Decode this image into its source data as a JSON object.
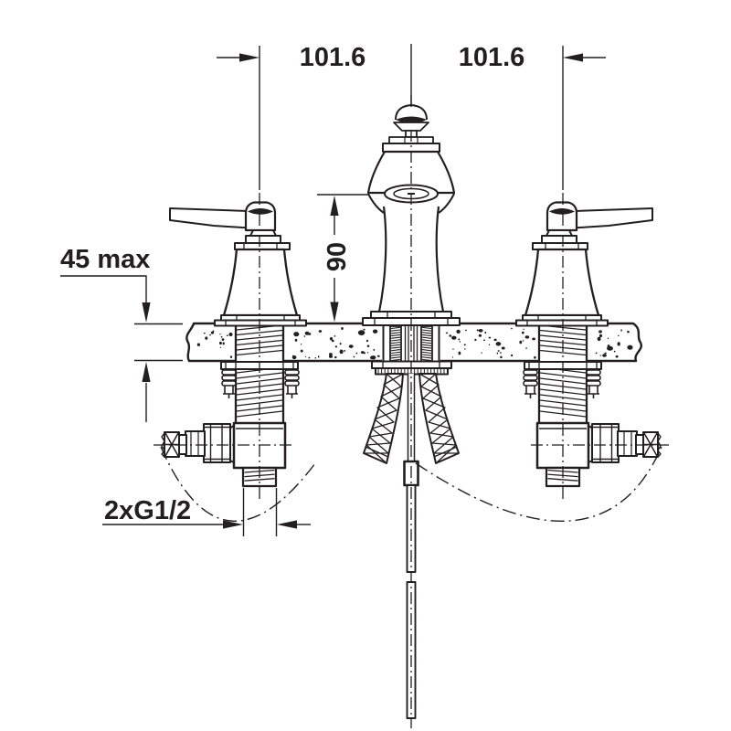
{
  "colors": {
    "ink": "#231f20",
    "paper": "#ffffff"
  },
  "labels": {
    "spacing_left": "101.6",
    "spacing_right": "101.6",
    "deck_max": "45 max",
    "spout_height": "90",
    "thread": "2xG1/2"
  }
}
